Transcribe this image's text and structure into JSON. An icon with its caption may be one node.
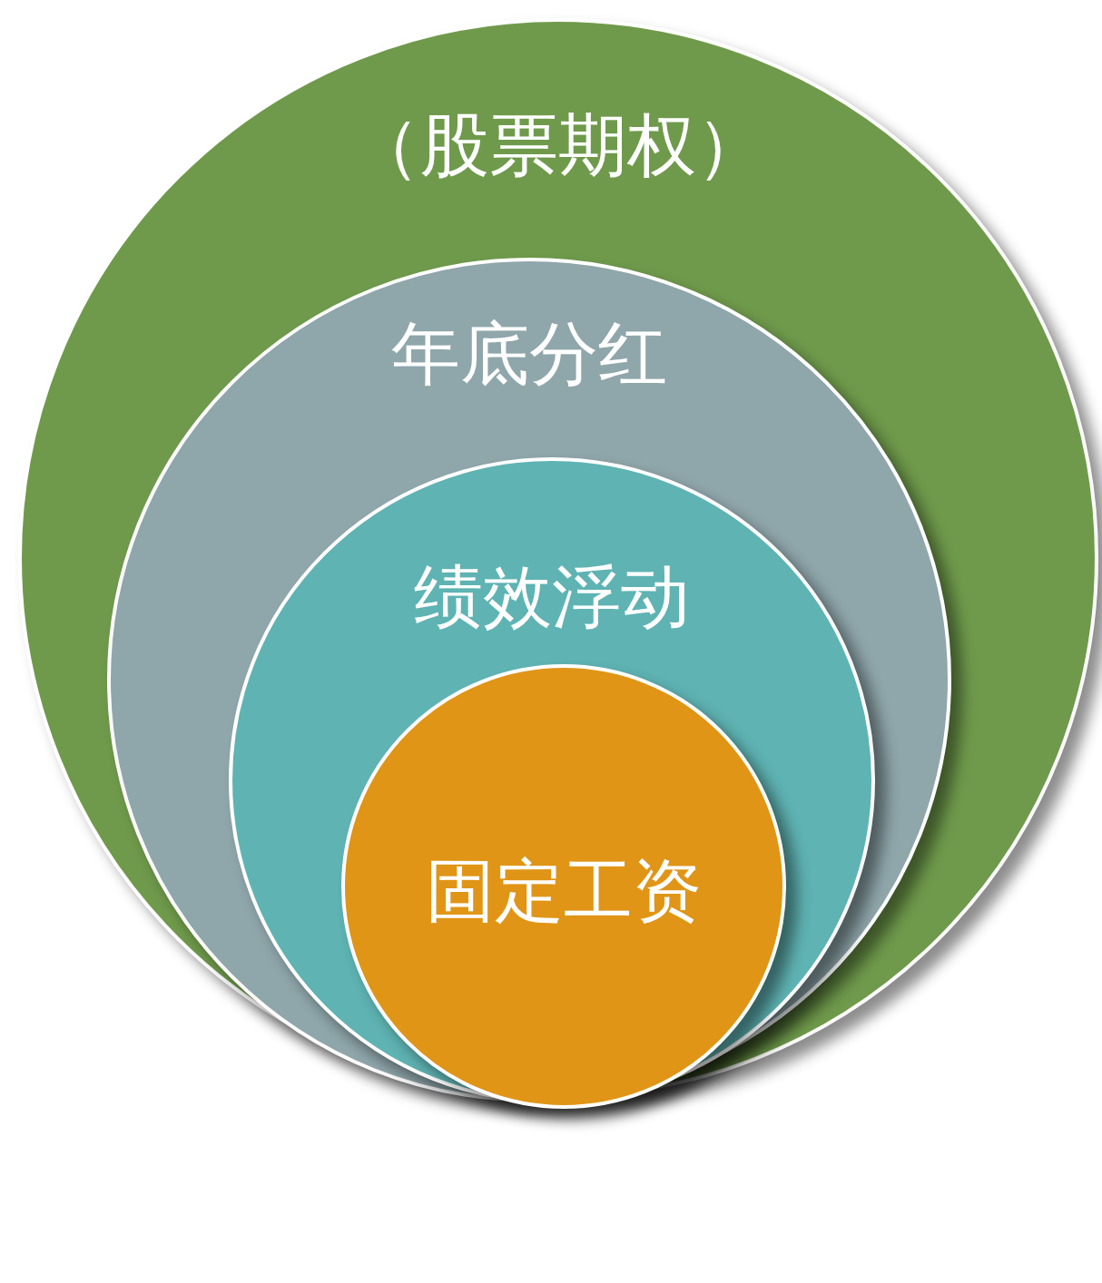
{
  "diagram": {
    "nodes": [
      {
        "text": [
          "（股票期权）"
        ]
      },
      {
        "text": [
          "年底分红"
        ],
        "in": 0
      },
      {
        "text": [
          "绩效浮动"
        ],
        "in": 1
      },
      {
        "text": [
          "固定工资"
        ],
        "in": 2
      }
    ]
  }
}
